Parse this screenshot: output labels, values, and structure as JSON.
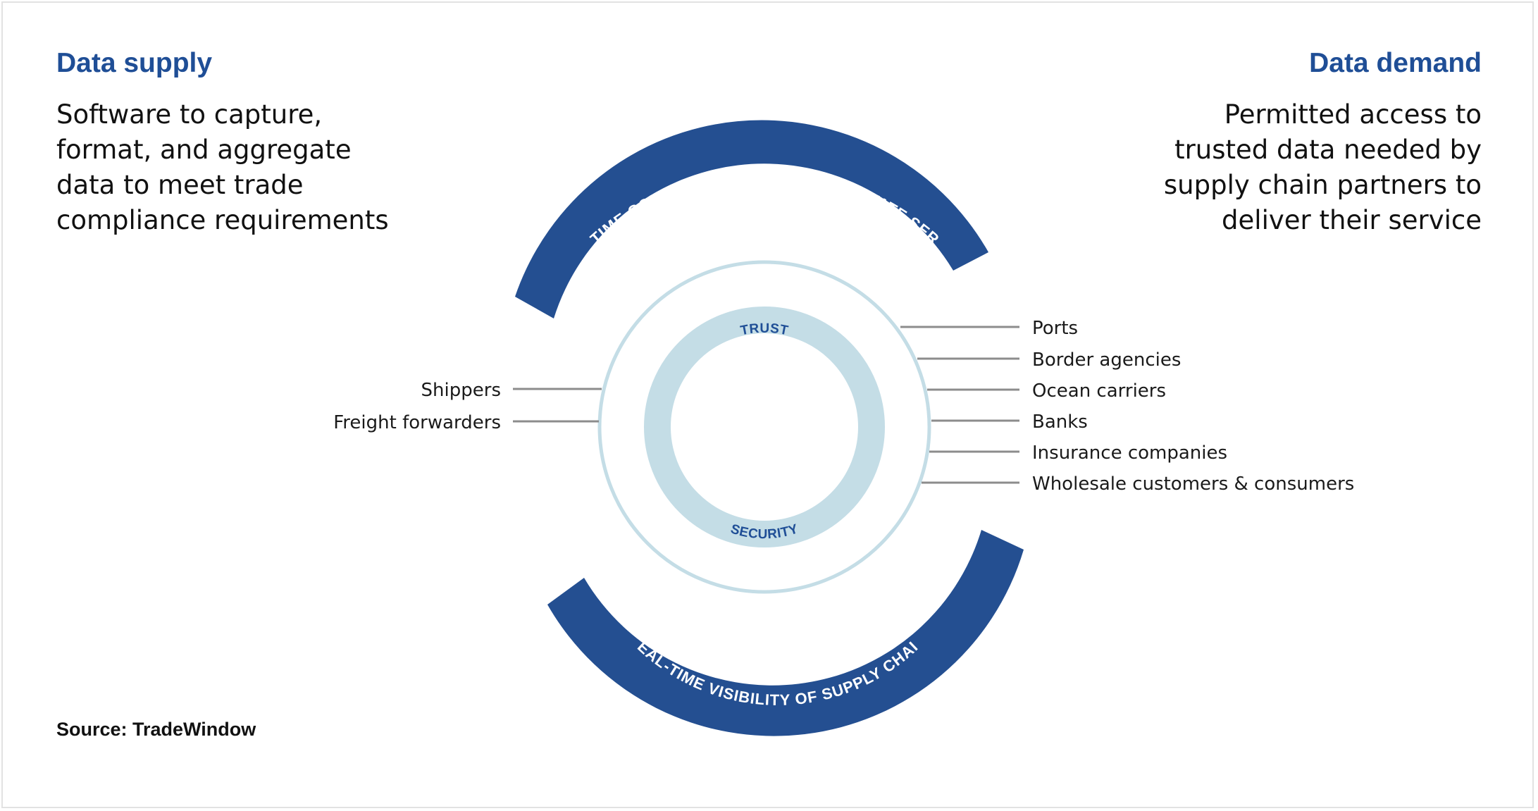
{
  "supply": {
    "heading": "Data supply",
    "description_lines": [
      "Software to capture,",
      "format, and aggregate",
      "data to meet trade",
      "compliance requirements"
    ]
  },
  "demand": {
    "heading": "Data demand",
    "description_lines": [
      "Permitted access to",
      "trusted data needed by",
      "supply chain partners to",
      "deliver their service"
    ]
  },
  "diagram": {
    "top_band": "REAL-TIME COMPLIANCE DATA TO FACILITATE SERVICES",
    "bottom_band": "REAL-TIME VISIBILITY OF SUPPLY CHAIN",
    "inner_top": "TRUST",
    "inner_bottom": "SECURITY",
    "suppliers": [
      "Shippers",
      "Freight forwarders"
    ],
    "demanders": [
      "Ports",
      "Border agencies",
      "Ocean carriers",
      "Banks",
      "Insurance companies",
      "Wholesale customers & consumers"
    ]
  },
  "source": "Source: TradeWindow",
  "colors": {
    "brand_blue": "#1f4e96",
    "band_blue": "#244f91",
    "light_ring": "#c4dde6",
    "outline_ring": "#c4dde6",
    "connector": "#8c8c8c"
  }
}
